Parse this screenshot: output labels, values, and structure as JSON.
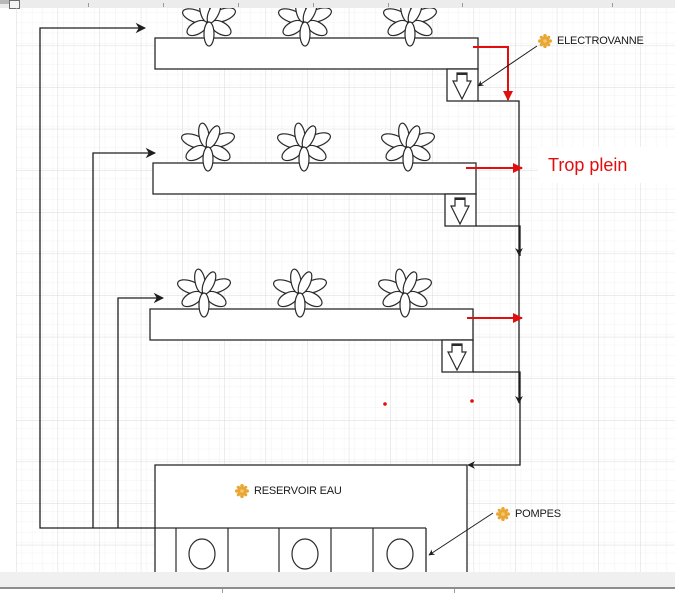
{
  "diagram": {
    "title": "Hydroponic tower water circuit",
    "labels": {
      "electrovanne": "ELECTROVANNE",
      "trop_plein": "Trop plein",
      "reservoir": "RESERVOIR EAU",
      "pompes": "POMPES"
    },
    "trays": [
      {
        "name": "tray-1",
        "plants": 3,
        "has_overflow": true
      },
      {
        "name": "tray-2",
        "plants": 3,
        "has_overflow": true
      },
      {
        "name": "tray-3",
        "plants": 3,
        "has_overflow": true
      }
    ],
    "pumps": 3,
    "icons": {
      "label_icon": "gear-icon",
      "plant_icon": "flower-icon",
      "valve_icon": "down-arrow-valve-icon",
      "pump_icon": "circle-pump-icon"
    },
    "colors": {
      "line": "#1e1e1e",
      "overflow": "#e30d0d",
      "gear": "#e8a735",
      "grid_major": "#d9d9d9",
      "grid_minor": "#f1f1f1"
    }
  }
}
